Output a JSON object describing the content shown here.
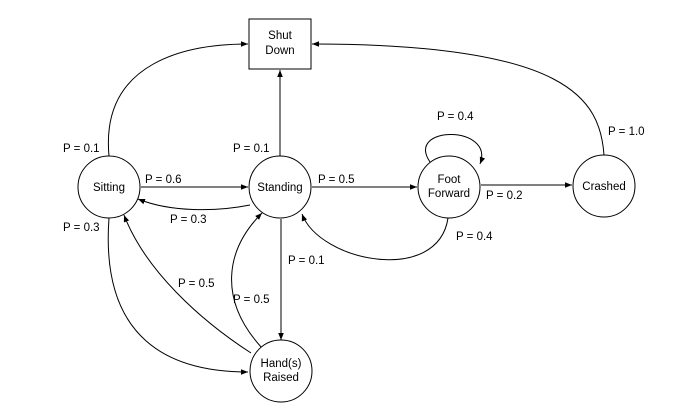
{
  "nodes": {
    "shutdown": {
      "line1": "Shut",
      "line2": "Down"
    },
    "sitting": {
      "label": "Sitting"
    },
    "standing": {
      "label": "Standing"
    },
    "foot_forward": {
      "line1": "Foot",
      "line2": "Forward"
    },
    "crashed": {
      "label": "Crashed"
    },
    "hands_raised": {
      "line1": "Hand(s)",
      "line2": "Raised"
    }
  },
  "edges": {
    "sitting_to_shutdown": "P = 0.1",
    "standing_to_shutdown": "P = 0.1",
    "crashed_to_shutdown": "P = 1.0",
    "sitting_to_standing": "P = 0.6",
    "standing_to_sitting": "P = 0.3",
    "standing_to_foot_forward": "P = 0.5",
    "foot_forward_self": "P = 0.4",
    "foot_forward_to_crashed": "P = 0.2",
    "foot_forward_to_standing": "P = 0.4",
    "sitting_to_hands_raised": "P = 0.3",
    "hands_raised_to_sitting": "P = 0.5",
    "hands_raised_to_standing": "P = 0.5",
    "standing_to_hands_raised": "P = 0.1"
  }
}
